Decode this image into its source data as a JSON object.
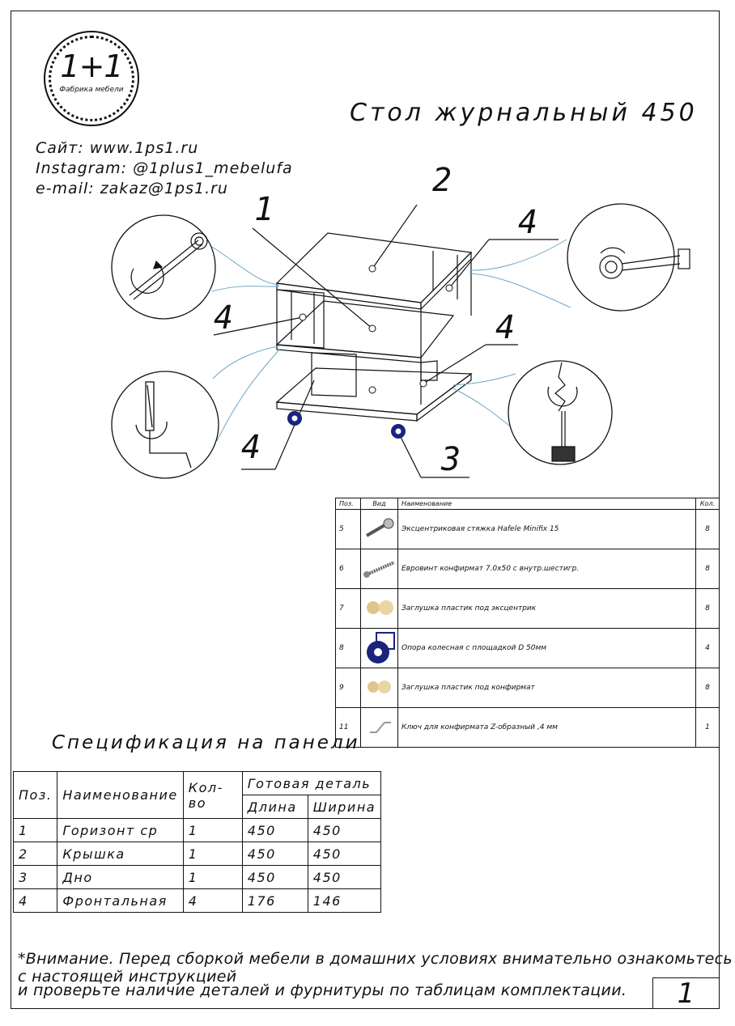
{
  "logo": {
    "mark": "1+1",
    "caption": "Фабрика мебели"
  },
  "title": "Стол журнальный 450",
  "contacts": {
    "site": "Сайт: www.1ps1.ru",
    "instagram": "Instagram: @1plus1_mebelufa",
    "email": "e-mail: zakaz@1ps1.ru"
  },
  "callouts": {
    "c1": "1",
    "c2": "2",
    "c3": "3",
    "c4a": "4",
    "c4b": "4",
    "c4c": "4",
    "c4d": "4"
  },
  "hardware": {
    "headers": {
      "pos": "Поз.",
      "vid": "Вид",
      "name": "Наименование",
      "qty": "Кол."
    },
    "rows": [
      {
        "pos": "5",
        "name": "Эксцентриковая стяжка Hafele Minifix 15",
        "qty": "8",
        "icon": "minifix-icon"
      },
      {
        "pos": "6",
        "name": "Евровинт конфирмат 7.0х50 с внутр.шестигр.",
        "qty": "8",
        "icon": "confirmat-screw-icon"
      },
      {
        "pos": "7",
        "name": "Заглушка пластик под эксцентрик",
        "qty": "8",
        "icon": "cap-icon"
      },
      {
        "pos": "8",
        "name": "Опора колесная с площадкой D 50мм",
        "qty": "4",
        "icon": "wheel-icon"
      },
      {
        "pos": "9",
        "name": "Заглушка пластик под конфирмат",
        "qty": "8",
        "icon": "cap-icon"
      },
      {
        "pos": "11",
        "name": "Ключ для конфирмата Z-образный ,4 мм",
        "qty": "1",
        "icon": "hex-key-icon"
      }
    ]
  },
  "spec": {
    "title": "Спецификация на панели",
    "headers": {
      "pos": "Поз.",
      "name": "Наименование",
      "qty": "Кол-во",
      "group": "Готовая деталь",
      "length": "Длина",
      "width": "Ширина"
    },
    "rows": [
      {
        "pos": "1",
        "name": "Горизонт ср",
        "qty": "1",
        "length": "450",
        "width": "450"
      },
      {
        "pos": "2",
        "name": "Крышка",
        "qty": "1",
        "length": "450",
        "width": "450"
      },
      {
        "pos": "3",
        "name": "Дно",
        "qty": "1",
        "length": "450",
        "width": "450"
      },
      {
        "pos": "4",
        "name": "Фронтальная",
        "qty": "4",
        "length": "176",
        "width": "146"
      }
    ]
  },
  "note": {
    "line1": "*Внимание. Перед сборкой мебели в домашних условиях внимательно ознакомьтесь с настоящей инструкцией",
    "line2": "и проверьте наличие деталей и фурнитуры по таблицам комплектации."
  },
  "page_number": "1",
  "colors": {
    "line": "#111111",
    "leader": "#6fa8c8",
    "wheel": "#1a237e",
    "cap": "#e0c48a"
  }
}
